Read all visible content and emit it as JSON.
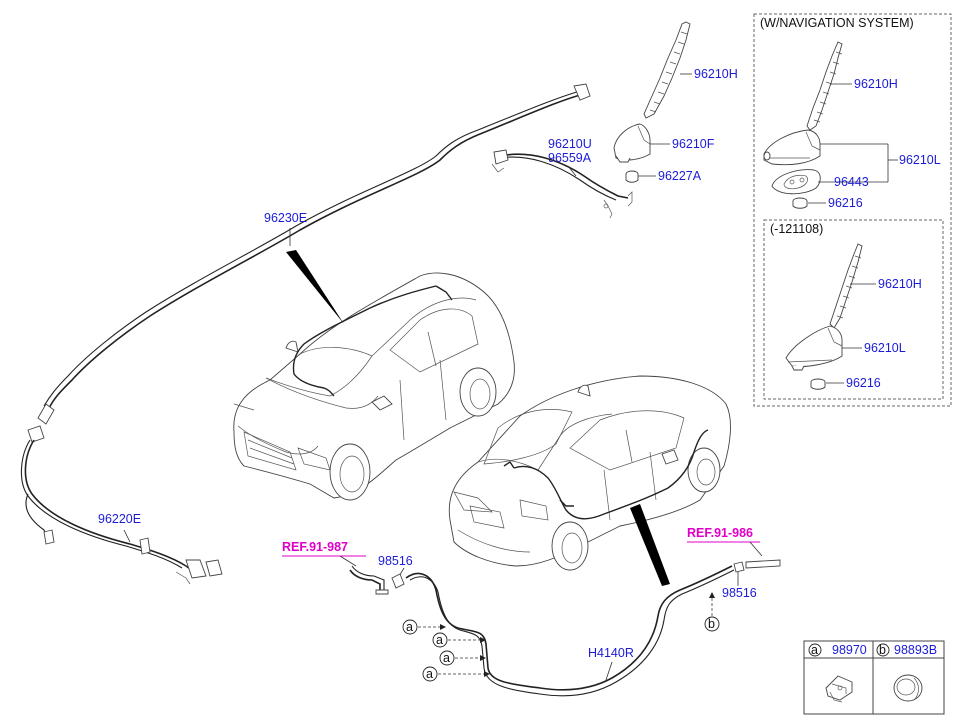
{
  "labels": {
    "nav_box_title": "(W/NAVIGATION SYSTEM)",
    "old_box_title": "(-121108)",
    "p96210H_top": "96210H",
    "p96210F": "96210F",
    "p96210U": "96210U",
    "p96559A": "96559A",
    "p96227A": "96227A",
    "p96230E": "96230E",
    "p96220E": "96220E",
    "nav_96210H": "96210H",
    "nav_96210L": "96210L",
    "nav_96443": "96443",
    "nav_96216": "96216",
    "old_96210H": "96210H",
    "old_96210L": "96210L",
    "old_96216": "96216",
    "ref_left": "REF.91-987",
    "ref_right": "REF.91-986",
    "p98516_left": "98516",
    "p98516_right": "98516",
    "pH4140R": "H4140R",
    "callout_a": "a",
    "callout_b": "b"
  },
  "legend": {
    "a_letter": "a",
    "a_part": "98970",
    "b_letter": "b",
    "b_part": "98893B"
  },
  "colors": {
    "part_number": "#1b1bd6",
    "reference": "#e000c8",
    "line": "#222222"
  }
}
